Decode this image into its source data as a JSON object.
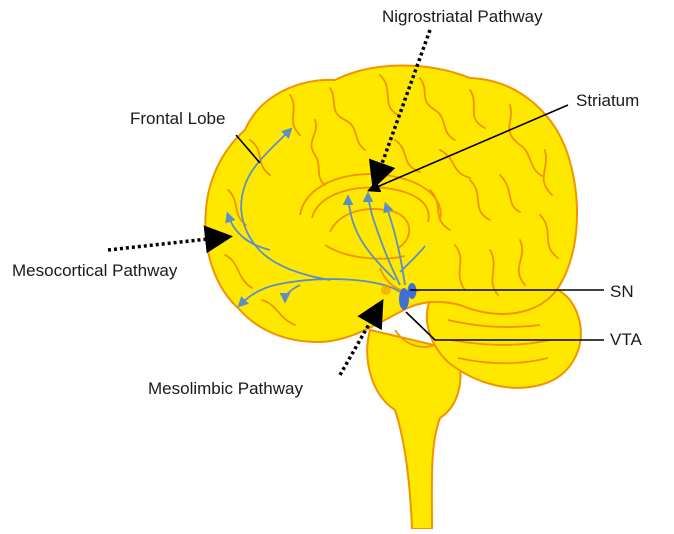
{
  "labels": {
    "nigrostriatal": "Nigrostriatal Pathway",
    "striatum": "Striatum",
    "frontal_lobe": "Frontal Lobe",
    "mesocortical": "Mesocortical Pathway",
    "sn": "SN",
    "vta": "VTA",
    "mesolimbic": "Mesolimbic Pathway"
  },
  "colors": {
    "brain_fill": "#FFE800",
    "brain_outline": "#F29400",
    "pathway_blue": "#5C8FC4",
    "nucleus_blue": "#3F6FD6",
    "leader_line": "#000000"
  }
}
